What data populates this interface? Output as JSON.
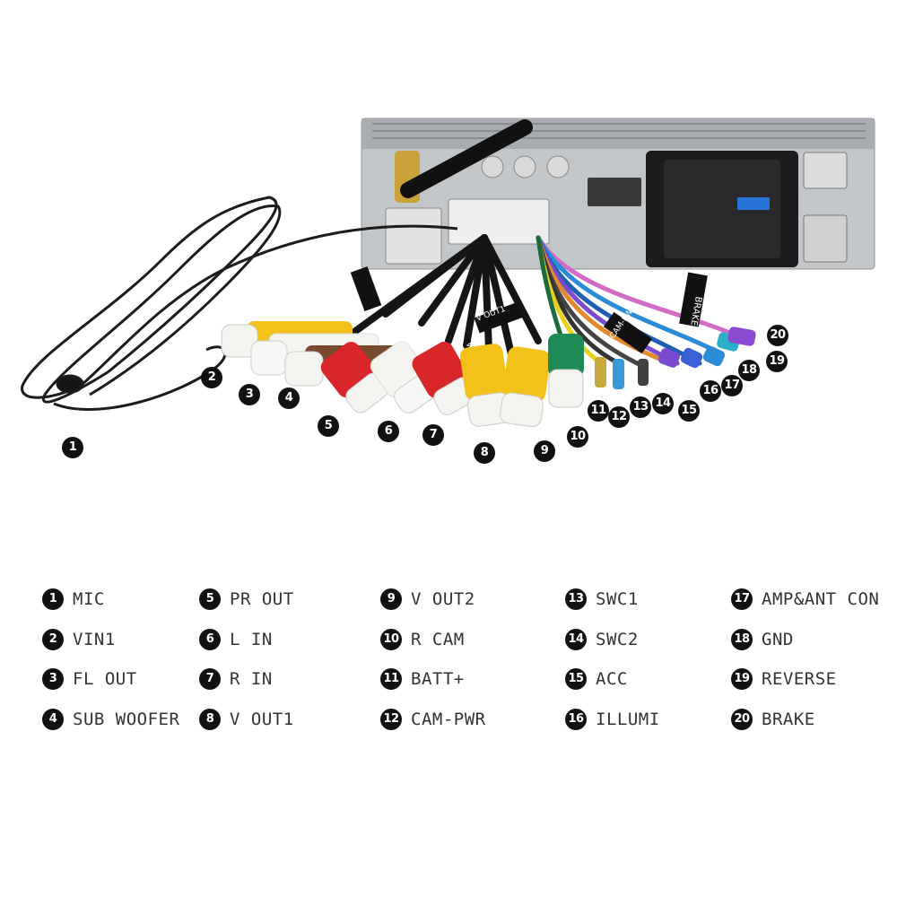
{
  "photo": {
    "sleeve_labels": [
      "BRAKE",
      "CAM-PWR",
      "V OUT1",
      "V OUT2"
    ],
    "markers": [
      "1",
      "2",
      "3",
      "4",
      "5",
      "6",
      "7",
      "8",
      "9",
      "10",
      "11",
      "12",
      "13",
      "14",
      "15",
      "16",
      "17",
      "18",
      "19",
      "20"
    ]
  },
  "legend": {
    "columns": [
      [
        {
          "num": "1",
          "label": "MIC"
        },
        {
          "num": "2",
          "label": "VIN1"
        },
        {
          "num": "3",
          "label": "FL OUT"
        },
        {
          "num": "4",
          "label": "SUB WOOFER"
        }
      ],
      [
        {
          "num": "5",
          "label": "PR OUT"
        },
        {
          "num": "6",
          "label": "L IN"
        },
        {
          "num": "7",
          "label": "R IN"
        },
        {
          "num": "8",
          "label": "V OUT1"
        }
      ],
      [
        {
          "num": "9",
          "label": "V OUT2"
        },
        {
          "num": "10",
          "label": "R CAM"
        },
        {
          "num": "11",
          "label": "BATT+"
        },
        {
          "num": "12",
          "label": "CAM-PWR"
        }
      ],
      [
        {
          "num": "13",
          "label": "SWC1"
        },
        {
          "num": "14",
          "label": "SWC2"
        },
        {
          "num": "15",
          "label": "ACC"
        },
        {
          "num": "16",
          "label": "ILLUMI"
        }
      ],
      [
        {
          "num": "17",
          "label": "AMP&ANT CON"
        },
        {
          "num": "18",
          "label": "GND"
        },
        {
          "num": "19",
          "label": "REVERSE"
        },
        {
          "num": "20",
          "label": "BRAKE"
        }
      ]
    ]
  },
  "colors": {
    "rca_yellow": "#f2c21a",
    "rca_white": "#f3f3f0",
    "rca_brown": "#7a4a2e",
    "rca_red": "#d8262a",
    "rca_green": "#1f8a55",
    "chassis": "#b9bcbf"
  }
}
